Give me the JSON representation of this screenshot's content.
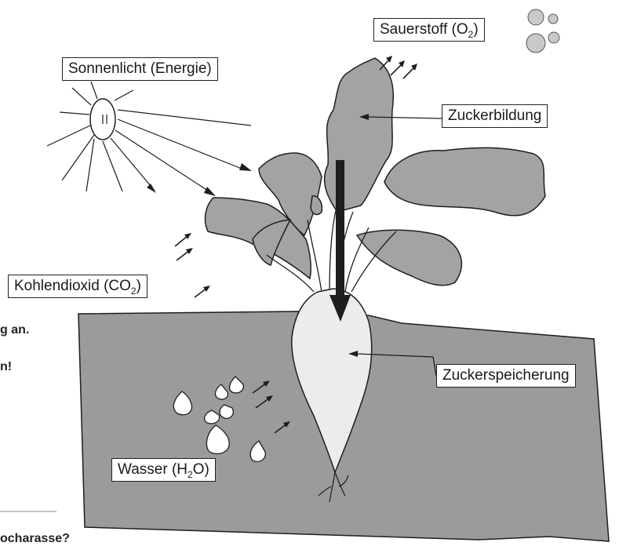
{
  "labels": {
    "sauerstoff": {
      "main": "Sauerstoff (O",
      "sub": "2",
      "end": ")"
    },
    "sonnenlicht": "Sonnenlicht (Energie)",
    "zuckerbildung": "Zuckerbildung",
    "kohlendioxid": {
      "main": "Kohlendioxid (CO",
      "sub": "2",
      "end": ")"
    },
    "zuckerspeicherung": "Zuckerspeicherung",
    "wasser": {
      "main": "Wasser (H",
      "sub": "2",
      "end": "O)"
    }
  },
  "cut_off_text": {
    "line1": "g an.",
    "line2": "n!",
    "line3": "ocharasse?"
  },
  "colors": {
    "soil": "#9b9b9b",
    "leaf": "#a3a3a3",
    "outline": "#1e1e1e",
    "beet": "#ececec",
    "bubble": "#c9c9c9"
  }
}
